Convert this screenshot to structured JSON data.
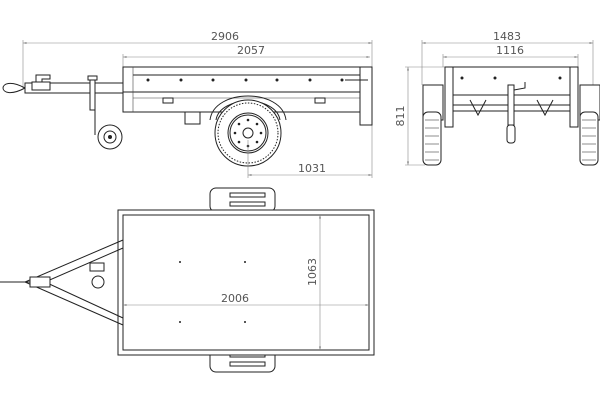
{
  "drawing": {
    "side_view": {
      "overall_length": "2906",
      "box_length": "2057",
      "axle_to_rear": "1031"
    },
    "rear_view": {
      "overall_width": "1483",
      "box_width": "1116",
      "height": "811"
    },
    "top_view": {
      "inner_width": "1063",
      "inner_length": "2006"
    },
    "colors": {
      "line": "#222222",
      "dimension": "#888888",
      "background": "#ffffff"
    }
  }
}
